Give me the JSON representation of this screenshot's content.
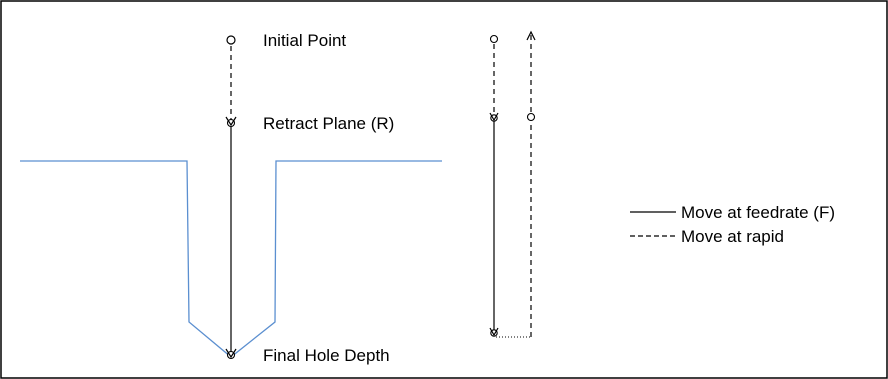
{
  "diagram": {
    "title": "",
    "labels": {
      "initial_point": "Initial Point",
      "retract_plane": "Retract Plane (R)",
      "final_hole_depth": "Final Hole Depth"
    },
    "legend": {
      "feed": "Move at feedrate (F)",
      "rapid": "Move at rapid"
    },
    "colors": {
      "frame": "#000000",
      "part_profile": "#5b8fd0",
      "path": "#000000"
    }
  }
}
